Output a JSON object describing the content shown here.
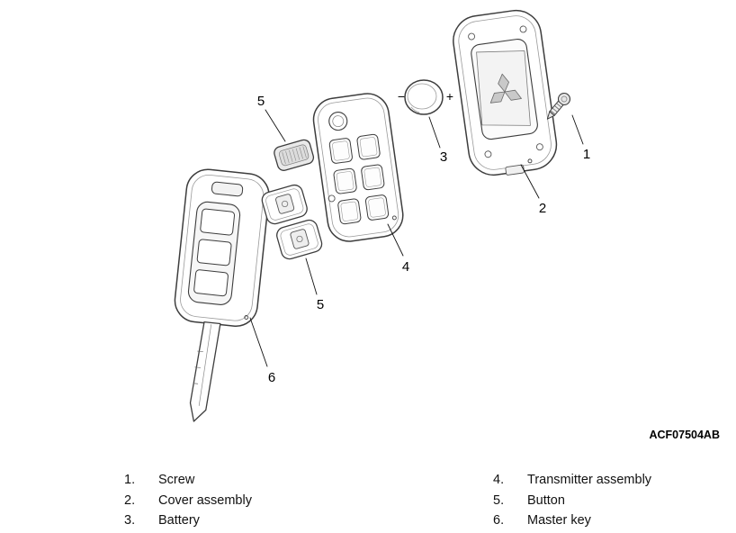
{
  "figure": {
    "code": "ACF07504AB",
    "battery": {
      "minus": "−",
      "plus": "+"
    }
  },
  "callouts": {
    "screw": "1",
    "cover_assembly": "2",
    "battery": "3",
    "transmitter_assembly": "4",
    "button_top": "5",
    "button_bottom": "5",
    "master_key": "6"
  },
  "legend": {
    "items_left": [
      {
        "num": "1.",
        "label": "Screw"
      },
      {
        "num": "2.",
        "label": "Cover assembly"
      },
      {
        "num": "3.",
        "label": "Battery"
      }
    ],
    "items_right": [
      {
        "num": "4.",
        "label": "Transmitter assembly"
      },
      {
        "num": "5.",
        "label": "Button"
      },
      {
        "num": "6.",
        "label": "Master key"
      }
    ]
  }
}
